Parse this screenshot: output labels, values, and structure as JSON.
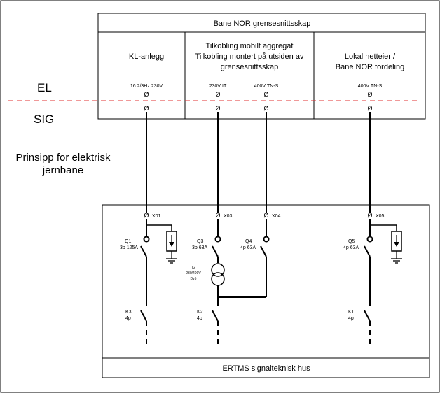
{
  "zones": {
    "el": "EL",
    "sig": "SIG"
  },
  "caption": {
    "line1": "Prinsipp for elektrisk",
    "line2": "jernbane"
  },
  "interface_cabinet": {
    "title": "Bane NOR grensesnittsskap",
    "sections": [
      {
        "lines": [
          "KL-anlegg"
        ],
        "terminal": "16 2/3Hz 230V"
      },
      {
        "lines": [
          "Tilkobling mobilt aggregat",
          "Tilkobling montert på utsiden av",
          "grensesnittsskap"
        ],
        "terminals": [
          "230V IT",
          "400V TN-S"
        ]
      },
      {
        "lines": [
          "Lokal netteier /",
          "Bane NOR fordeling"
        ],
        "terminal": "400V TN-S"
      }
    ]
  },
  "house": {
    "title": "ERTMS signalteknisk hus"
  },
  "terminals": [
    "X01",
    "X03",
    "X04",
    "X05"
  ],
  "breakers": [
    {
      "name": "Q1",
      "rating": "3p 125A"
    },
    {
      "name": "Q3",
      "rating": "3p 63A"
    },
    {
      "name": "Q4",
      "rating": "4p 63A"
    },
    {
      "name": "Q5",
      "rating": "4p 63A"
    }
  ],
  "transformer": {
    "name": "T2",
    "voltage": "230/400V",
    "vector": "Dy5"
  },
  "contactors": [
    {
      "name": "K3",
      "poles": "4p"
    },
    {
      "name": "K2",
      "poles": "4p"
    },
    {
      "name": "K1",
      "poles": "4p"
    }
  ],
  "terminal_symbol": "Ø",
  "colors": {
    "line": "#000000",
    "separator": "#e03030",
    "background": "#ffffff"
  }
}
